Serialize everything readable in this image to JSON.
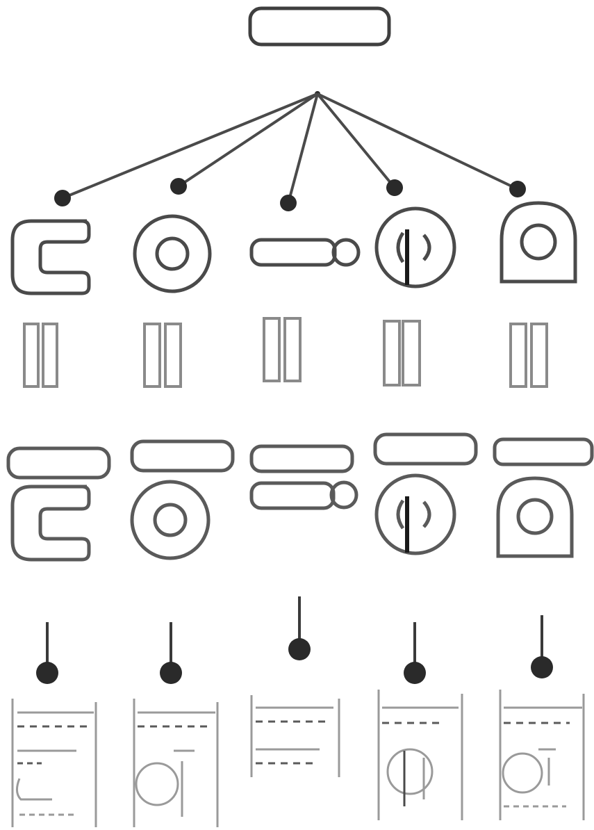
{
  "colors": {
    "stroke": "#4a4a4a",
    "stroke_light": "#9a9a9a",
    "background": "#ffffff"
  },
  "diagram": {
    "type": "shape-decomposition-tree",
    "root_shape": "rounded-bar",
    "columns": [
      {
        "shape": "s-curve",
        "label": ""
      },
      {
        "shape": "concentric-circles",
        "label": ""
      },
      {
        "shape": "bar-with-circle",
        "label": ""
      },
      {
        "shape": "circle-with-split",
        "label": ""
      },
      {
        "shape": "dome-with-circle",
        "label": ""
      }
    ]
  }
}
